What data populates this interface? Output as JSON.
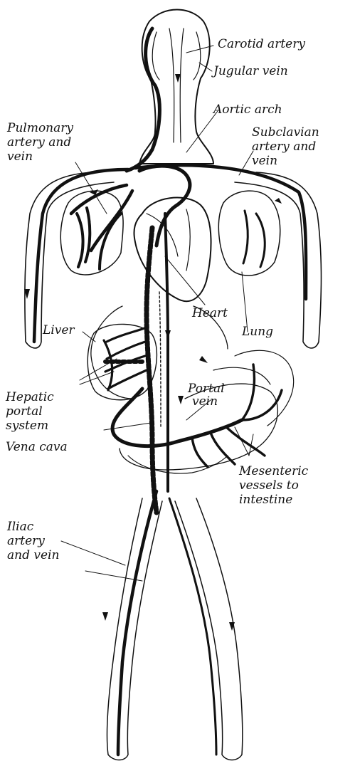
{
  "labels": {
    "carotid": "Carotid artery",
    "jugular": "Jugular vein",
    "aortic": "Aortic arch",
    "pulmonary": [
      "Pulmonary",
      "artery and",
      "vein"
    ],
    "subclavian": [
      "Subclavian",
      "artery and",
      "vein"
    ],
    "heart": "Heart",
    "lung": "Lung",
    "liver": "Liver",
    "hepatic": [
      "Hepatic",
      "portal",
      "system"
    ],
    "portal": [
      "Portal",
      "vein"
    ],
    "vena_cava": "Vena cava",
    "mesenteric": [
      "Mesenteric",
      "vessels to",
      "intestine"
    ],
    "iliac": [
      "Iliac",
      "artery",
      "and vein"
    ]
  },
  "colors": {
    "ink": "#111111",
    "background": "#ffffff"
  }
}
